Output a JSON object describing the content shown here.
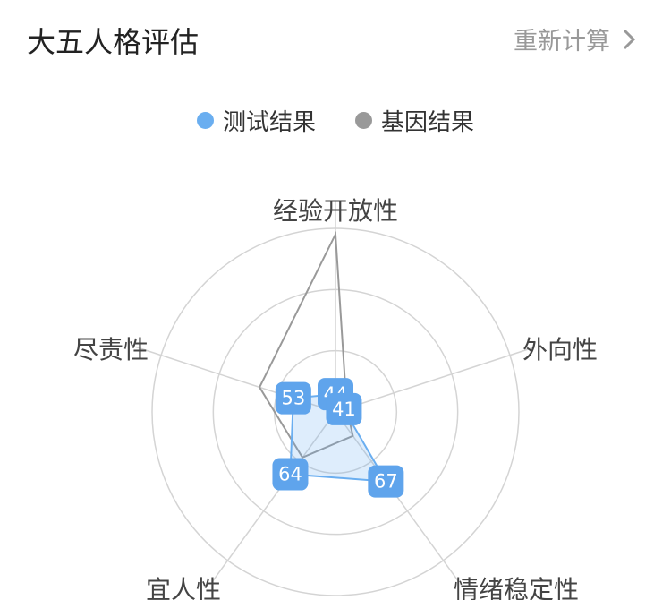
{
  "header": {
    "title": "大五人格评估",
    "recalc_label": "重新计算",
    "chevron_icon": "chevron-right-icon"
  },
  "chart_data": {
    "type": "radar",
    "axes": [
      "经验开放性",
      "外向性",
      "情绪稳定性",
      "宜人性",
      "尽责性"
    ],
    "range": [
      38,
      100
    ],
    "grid_rings": 3,
    "series": [
      {
        "name": "测试结果",
        "color": "#6aaef0",
        "values": [
          44,
          41,
          67,
          64,
          53
        ],
        "labels": [
          "44",
          "41",
          "67",
          "64",
          "53"
        ],
        "filled": true
      },
      {
        "name": "基因结果",
        "color": "#999999",
        "values": [
          98,
          42,
          48,
          57,
          65
        ],
        "filled": false
      }
    ],
    "legend_position": "top"
  }
}
